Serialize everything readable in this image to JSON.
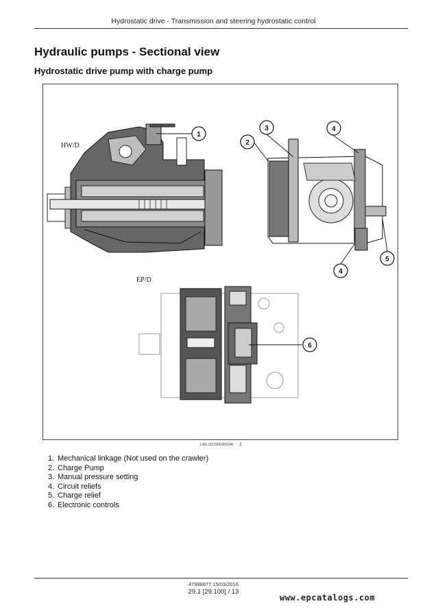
{
  "header": {
    "title": "Hydrostatic drive - Transmission and steering hydrostatic control"
  },
  "section": {
    "title": "Hydraulic pumps - Sectional view",
    "subtitle": "Hydrostatic drive pump with charge pump"
  },
  "figure": {
    "view_labels": {
      "hw": "HW/D",
      "ep": "EP/D"
    },
    "callouts": [
      "1",
      "2",
      "3",
      "4",
      "4",
      "5",
      "6"
    ],
    "caption_code": "LAIL11CD0630G0A",
    "caption_number": "1"
  },
  "legend": [
    {
      "num": "1.",
      "text": "Mechanical linkage (Not used on the crawler)"
    },
    {
      "num": "2.",
      "text": "Charge Pump"
    },
    {
      "num": "3.",
      "text": "Manual pressure setting"
    },
    {
      "num": "4.",
      "text": "Circuit reliefs"
    },
    {
      "num": "5.",
      "text": "Charge relief"
    },
    {
      "num": "6.",
      "text": "Electronic controls"
    }
  ],
  "footer": {
    "doc": "47998877 15/03/2016",
    "page": "29.1 [29.100] / 13",
    "watermark": "www.epcatalogs.com"
  }
}
